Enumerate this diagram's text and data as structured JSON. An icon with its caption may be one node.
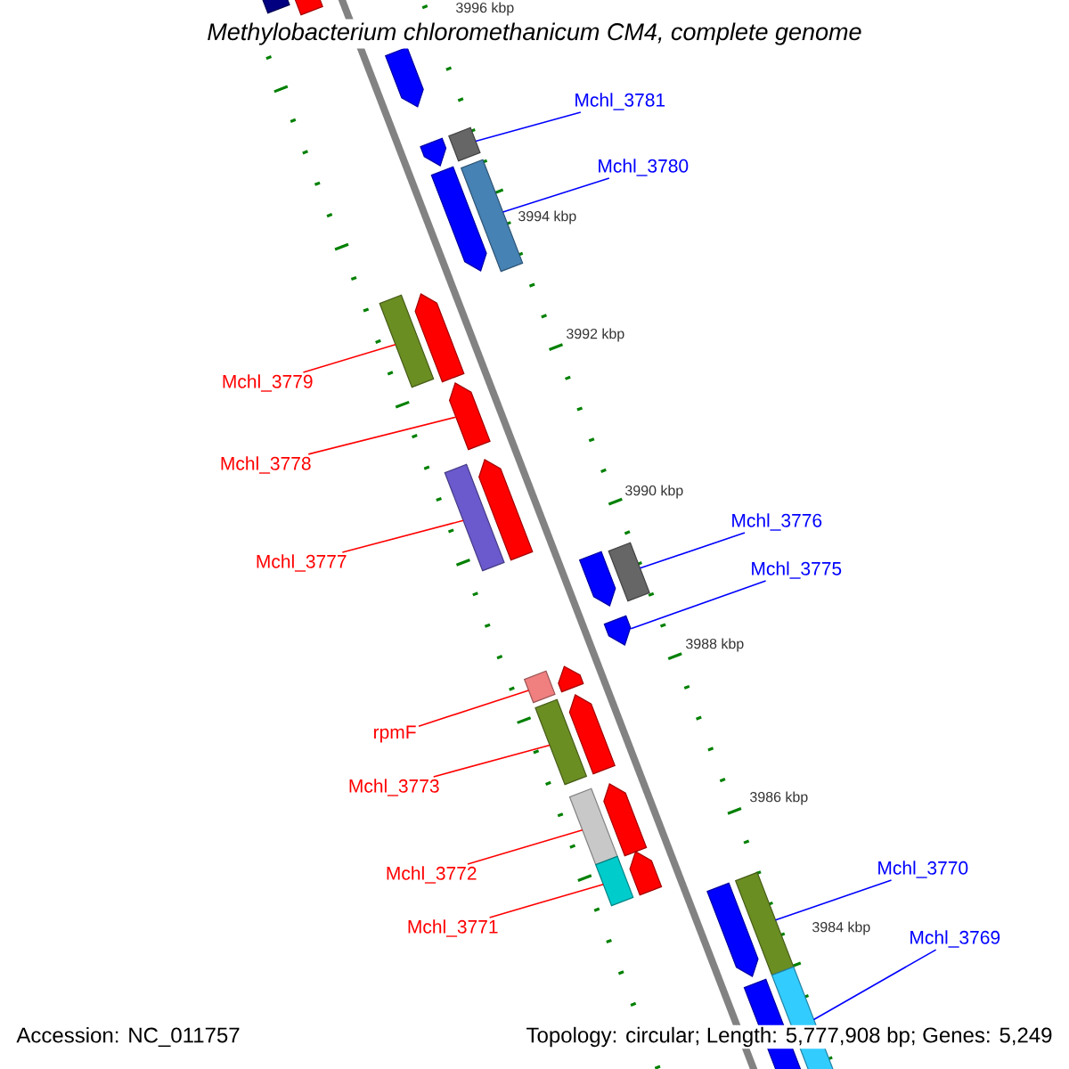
{
  "diagram": {
    "title": "Methylobacterium chloromethanicum CM4, complete genome",
    "nodes": [
      {
        "text": [
          "Mchl_3781"
        ]
      },
      {
        "text": [],
        "shape": "bar"
      },
      {
        "text": [
          "Mchl_3780"
        ]
      },
      {
        "text": [],
        "shape": "bar"
      },
      {
        "text": [
          "Mchl_3779"
        ]
      },
      {
        "text": [],
        "shape": "bar"
      },
      {
        "text": [
          "Mchl_3778"
        ]
      },
      {
        "text": [],
        "shape": "arrow"
      },
      {
        "text": [
          "Mchl_3777"
        ]
      },
      {
        "text": [],
        "shape": "bar"
      },
      {
        "text": [
          "Mchl_3776"
        ]
      },
      {
        "text": [],
        "shape": "bar"
      },
      {
        "text": [
          "Mchl_3775"
        ]
      },
      {
        "text": [],
        "shape": "arrow"
      },
      {
        "text": [
          "rpmF"
        ]
      },
      {
        "text": [],
        "shape": "bar"
      },
      {
        "text": [
          "Mchl_3773"
        ]
      },
      {
        "text": [],
        "shape": "bar"
      },
      {
        "text": [
          "Mchl_3772"
        ]
      },
      {
        "text": [],
        "shape": "bar"
      },
      {
        "text": [
          "Mchl_3771"
        ]
      },
      {
        "text": [],
        "shape": "bar"
      },
      {
        "text": [
          "Mchl_3770"
        ]
      },
      {
        "text": [],
        "shape": "bar"
      },
      {
        "text": [
          "Mchl_3769"
        ]
      },
      {
        "text": [],
        "shape": "bar"
      },
      {
        "text": [],
        "shape": "arrow"
      },
      {
        "text": [],
        "shape": "bar"
      },
      {
        "text": [],
        "shape": "arrow"
      },
      {
        "text": [],
        "shape": "arrow"
      },
      {
        "text": [],
        "shape": "arrow"
      },
      {
        "text": [],
        "shape": "arrow"
      },
      {
        "text": [],
        "shape": "arrow"
      },
      {
        "text": [],
        "shape": "arrow"
      },
      {
        "text": [],
        "shape": "arrow"
      },
      {
        "text": [],
        "shape": "arrow"
      },
      {
        "text": [],
        "shape": "arrow"
      },
      {
        "text": [],
        "shape": "arrow"
      },
      {
        "text": [],
        "shape": "arrow"
      },
      {
        "text": [],
        "shape": "arrow"
      }
    ],
    "edges": [
      {
        "from": 0,
        "to": 1,
        "arrow": "none",
        "color": "#0000ff"
      },
      {
        "from": 2,
        "to": 3,
        "arrow": "none",
        "color": "#0000ff"
      },
      {
        "from": 4,
        "to": 5,
        "arrow": "none",
        "color": "#ff0000"
      },
      {
        "from": 6,
        "to": 7,
        "arrow": "none",
        "color": "#ff0000"
      },
      {
        "from": 8,
        "to": 9,
        "arrow": "none",
        "color": "#ff0000"
      },
      {
        "from": 10,
        "to": 11,
        "arrow": "none",
        "color": "#0000ff"
      },
      {
        "from": 12,
        "to": 13,
        "arrow": "none",
        "color": "#0000ff"
      },
      {
        "from": 14,
        "to": 15,
        "arrow": "none",
        "color": "#ff0000"
      },
      {
        "from": 16,
        "to": 17,
        "arrow": "none",
        "color": "#ff0000"
      },
      {
        "from": 18,
        "to": 19,
        "arrow": "none",
        "color": "#ff0000"
      },
      {
        "from": 20,
        "to": 21,
        "arrow": "none",
        "color": "#ff0000"
      },
      {
        "from": 22,
        "to": 23,
        "arrow": "none",
        "color": "#0000ff"
      },
      {
        "from": 24,
        "to": 25,
        "arrow": "none",
        "color": "#0000ff"
      }
    ],
    "labels": [
      "3996 kbp",
      "3994 kbp",
      "3992 kbp",
      "3990 kbp",
      "3988 kbp",
      "3986 kbp",
      "3984 kbp",
      "Accession: NC_011757",
      "Topology: circular; Length: 5,777,908 bp; Genes: 5,249"
    ]
  }
}
